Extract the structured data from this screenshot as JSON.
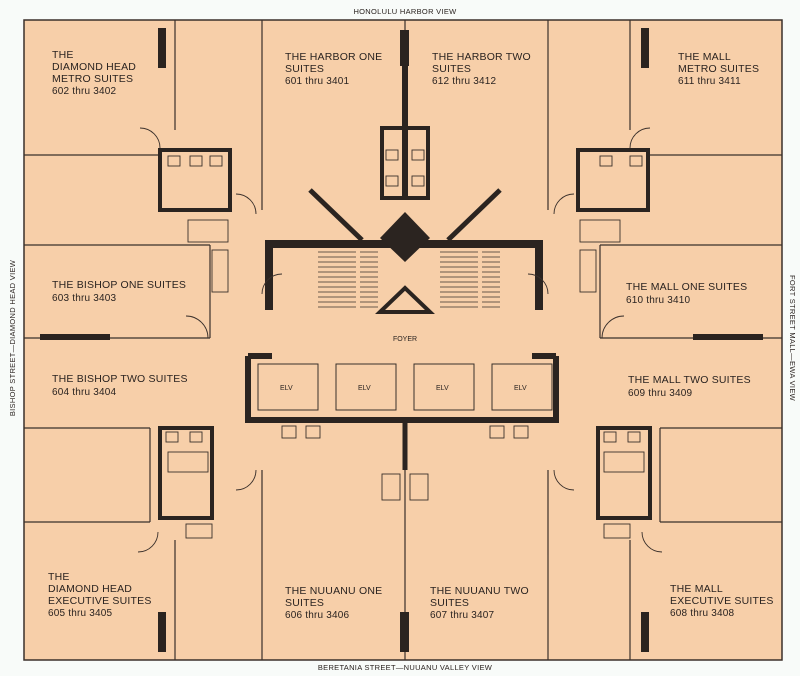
{
  "edges": {
    "top": "HONOLULU HARBOR VIEW",
    "bottom": "BERETANIA STREET—NUUANU VALLEY VIEW",
    "left": "BISHOP STREET—DIAMOND HEAD VIEW",
    "right": "FORT STREET MALL—EWA VIEW"
  },
  "center": {
    "foyer": "FOYER",
    "elevators": [
      "ELV",
      "ELV",
      "ELV",
      "ELV"
    ]
  },
  "suites": [
    {
      "id": "diamond-head-metro",
      "lines": [
        "THE",
        "DIAMOND HEAD",
        "METRO SUITES"
      ],
      "range": "602 thru 3402"
    },
    {
      "id": "harbor-one",
      "lines": [
        "THE HARBOR ONE",
        "SUITES"
      ],
      "range": "601 thru 3401"
    },
    {
      "id": "harbor-two",
      "lines": [
        "THE HARBOR TWO",
        "SUITES"
      ],
      "range": "612 thru 3412"
    },
    {
      "id": "mall-metro",
      "lines": [
        "THE MALL",
        "METRO SUITES"
      ],
      "range": "611 thru 3411"
    },
    {
      "id": "bishop-one",
      "lines": [
        "THE BISHOP ONE SUITES"
      ],
      "range": "603 thru 3403"
    },
    {
      "id": "mall-one",
      "lines": [
        "THE MALL ONE SUITES"
      ],
      "range": "610 thru 3410"
    },
    {
      "id": "bishop-two",
      "lines": [
        "THE BISHOP TWO SUITES"
      ],
      "range": "604 thru 3404"
    },
    {
      "id": "mall-two",
      "lines": [
        "THE MALL TWO SUITES"
      ],
      "range": "609 thru 3409"
    },
    {
      "id": "diamond-head-executive",
      "lines": [
        "THE",
        "DIAMOND HEAD",
        "EXECUTIVE SUITES"
      ],
      "range": "605 thru 3405"
    },
    {
      "id": "nuuanu-one",
      "lines": [
        "THE NUUANU ONE",
        "SUITES"
      ],
      "range": "606 thru 3406"
    },
    {
      "id": "nuuanu-two",
      "lines": [
        "THE NUUANU TWO",
        "SUITES"
      ],
      "range": "607 thru 3407"
    },
    {
      "id": "mall-executive",
      "lines": [
        "THE MALL",
        "EXECUTIVE SUITES"
      ],
      "range": "608 thru 3408"
    }
  ],
  "colors": {
    "floor": "#f7cfa9",
    "wall": "#2b2420",
    "background": "#f8fbf9"
  }
}
